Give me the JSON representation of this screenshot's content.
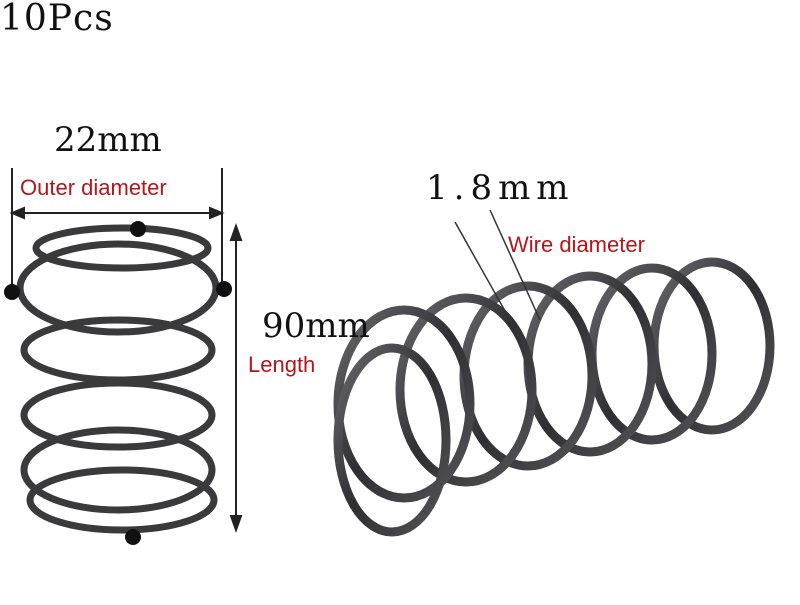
{
  "quantity": "10Pcs",
  "spring_small": {
    "outer_diameter_value": "22mm",
    "outer_diameter_label": "Outer diameter",
    "length_value": "90mm",
    "length_label": "Length"
  },
  "spring_large": {
    "wire_diameter_value": "1.8mm",
    "wire_diameter_label": "Wire diameter"
  },
  "colors": {
    "label_red": "#b3161b",
    "spring_metal": "#3a3a3c"
  }
}
